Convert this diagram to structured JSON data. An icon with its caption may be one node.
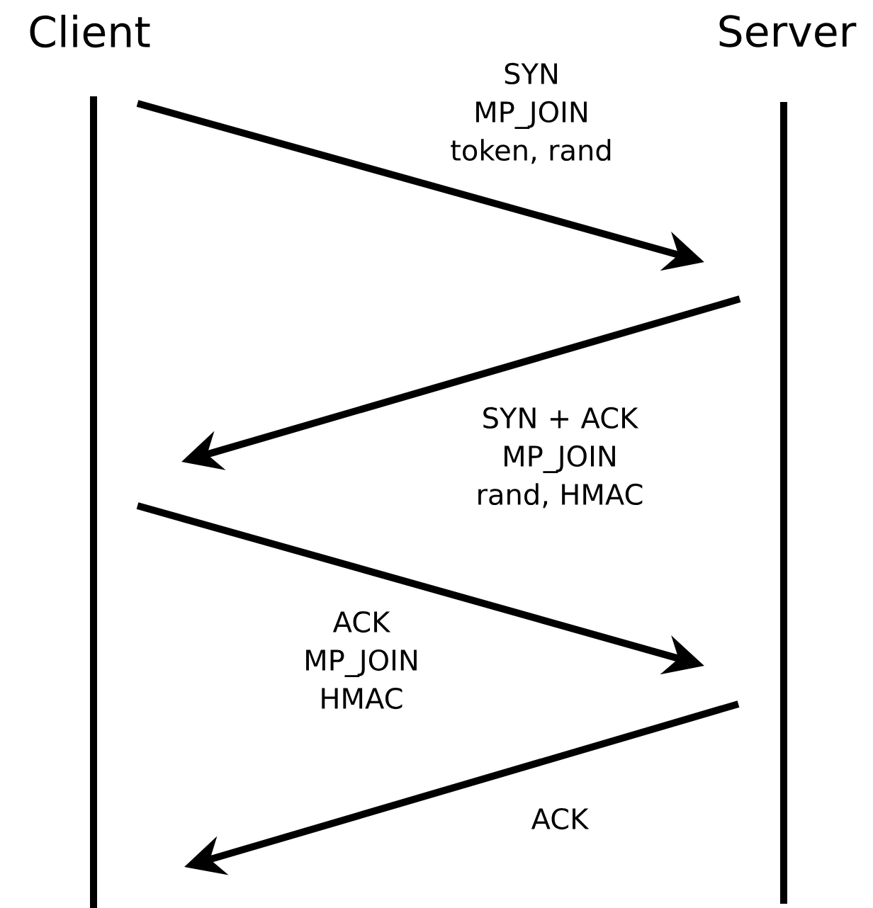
{
  "diagram": {
    "nodes": [
      {
        "text": [
          "Client"
        ]
      },
      {
        "text": [
          "Server"
        ]
      }
    ],
    "edges": [
      {
        "from": 0,
        "to": 1,
        "arrow": "to",
        "label": "SYN MP_JOIN token, rand"
      },
      {
        "from": 1,
        "to": 0,
        "arrow": "to",
        "label": "SYN + ACK MP_JOIN rand, HMAC"
      },
      {
        "from": 0,
        "to": 1,
        "arrow": "to",
        "label": "ACK MP_JOIN HMAC"
      },
      {
        "from": 1,
        "to": 0,
        "arrow": "to",
        "label": "ACK"
      }
    ]
  }
}
